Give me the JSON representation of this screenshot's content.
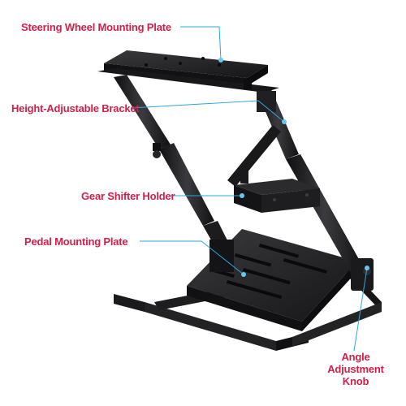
{
  "labels": {
    "steering_plate": "Steering Wheel Mounting Plate",
    "height_bracket": "Height-Adjustable Bracket",
    "gear_holder": "Gear Shifter Holder",
    "pedal_plate": "Pedal Mounting Plate",
    "angle_knob": "Angle Adjustment Knob"
  },
  "colors": {
    "label_text": "#d11f4a",
    "callout_line": "#2aa8e0",
    "callout_dot": "#63c9f2",
    "metal": "#1c1c1e",
    "metal_highlight": "#3a3a3d",
    "background": "#ffffff"
  },
  "product": {
    "icon": "racing-wheel-stand-icon"
  }
}
